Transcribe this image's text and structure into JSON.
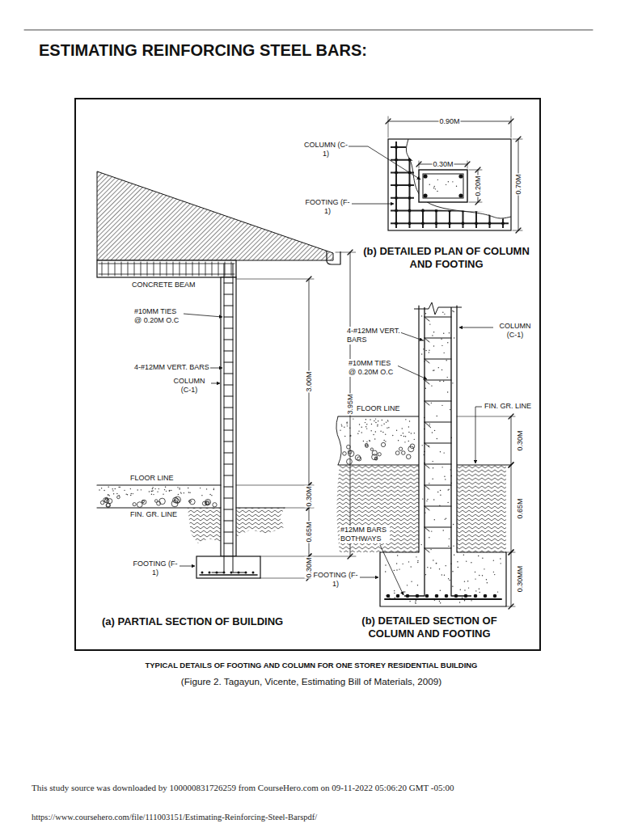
{
  "diagram": {
    "title": "ESTIMATING REINFORCING STEEL BARS:",
    "caption": "TYPICAL DETAILS OF FOOTING AND COLUMN FOR ONE STOREY RESIDENTIAL BUILDING",
    "labels": [
      "0.90M",
      "COLUMN (C-1)",
      "0.30M",
      "0.20M",
      "0.70M",
      "FOOTING (F-1)",
      "(b) DETAILED PLAN OF COLUMN AND FOOTING",
      "CONCRETE BEAM",
      "#10MM TIES @ 0.20M O.C",
      "3.00M",
      "3.95M",
      "4-#12MM VERT. BARS",
      "COLUMN (C-1)",
      "COLUMN (C-1)",
      "4-#12MM VERT. BARS",
      "#10MM TIES @ 0.20M O.C",
      "FLOOR LINE",
      "FIN. GR. LINE",
      "0.30M",
      "FLOOR LINE",
      "0.30M",
      "FIN. GR. LINE",
      "0.65M",
      "0.65M",
      "#12MM BARS BOTHWAYS",
      "0.30M",
      "FOOTING (F-1)",
      "FOOTING (F-1)",
      "0.30MM",
      "(a) PARTIAL SECTION OF BUILDING",
      "(b) DETAILED SECTION OF COLUMN AND FOOTING",
      "(Figure 2. Tagayun, Vicente, Estimating Bill of Materials, 2009)",
      "This study source was downloaded by 100000831726259 from CourseHero.com on 09-11-2022 05:06:20 GMT -05:00",
      "https://www.coursehero.com/file/111003151/Estimating-Reinforcing-Steel-Barspdf/"
    ]
  }
}
